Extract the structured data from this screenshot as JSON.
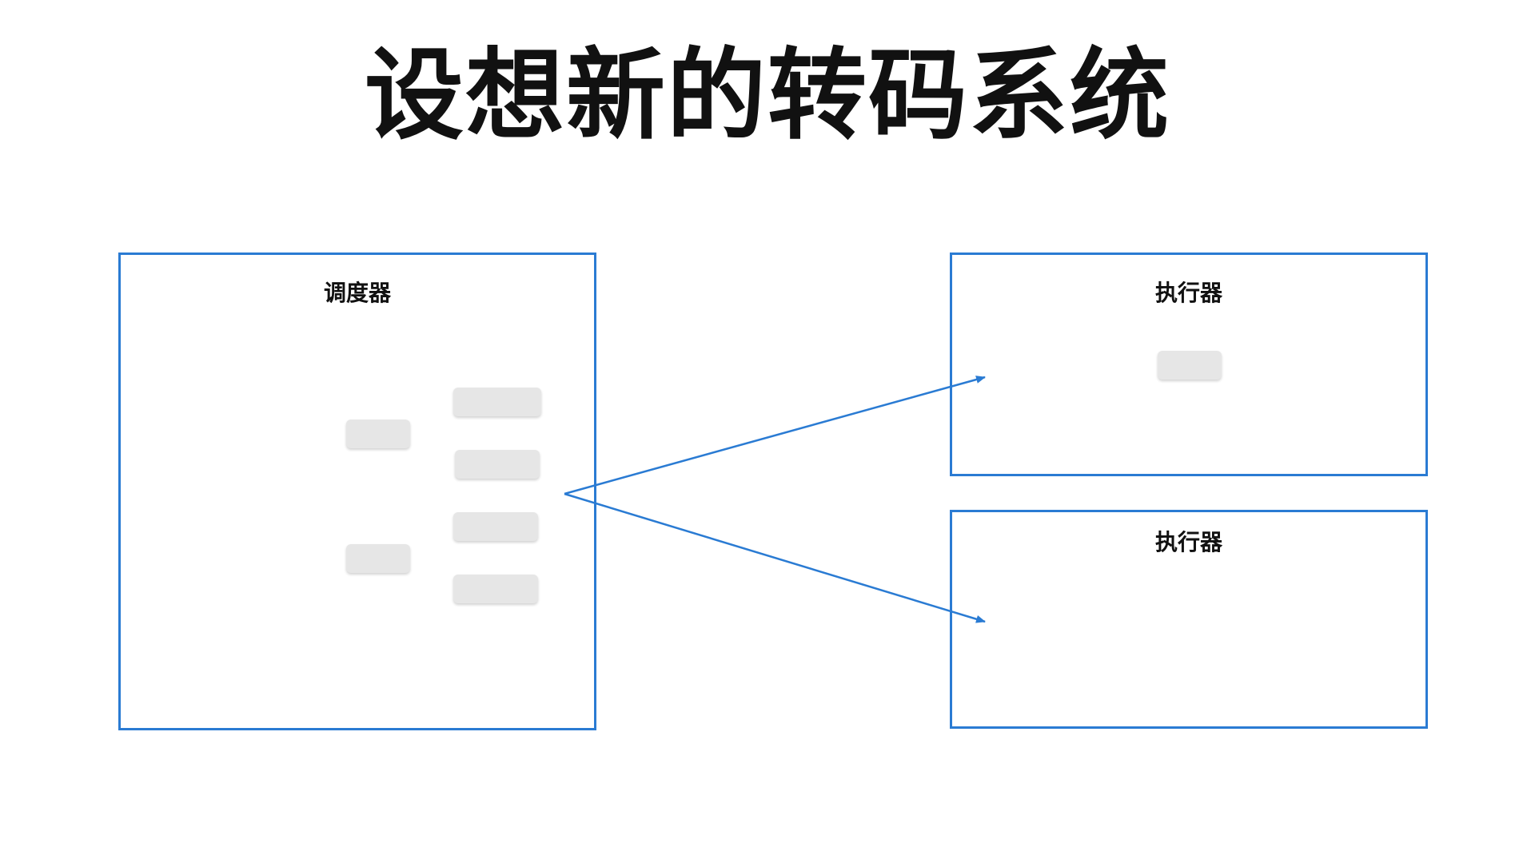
{
  "slide": {
    "title": "设想新的转码系统"
  },
  "scheduler": {
    "label": "调度器",
    "pending_task_count": 2,
    "queued_task_count": 4
  },
  "executors": [
    {
      "label": "执行器",
      "running_task_count": 1
    },
    {
      "label": "执行器",
      "running_task_count": 0
    }
  ],
  "colors": {
    "box_border": "#2a7bd3",
    "arrow": "#2a7bd3",
    "task_chip": "#e6e6e6",
    "text": "#111111"
  }
}
